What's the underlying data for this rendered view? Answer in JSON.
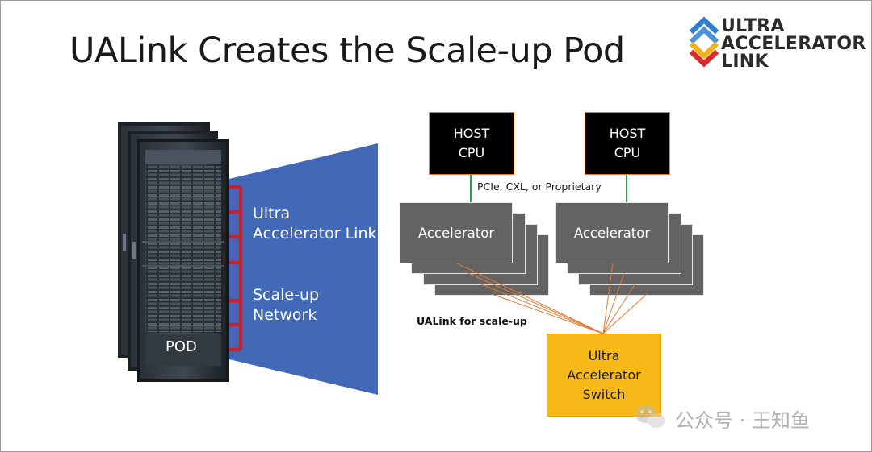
{
  "slide": {
    "title": "UALink Creates the Scale-up Pod",
    "logo": {
      "line1": "ULTRA",
      "line2": "ACCELERATOR",
      "line3": "LINK",
      "icon": "stacked-chevrons-logo-icon",
      "colors": [
        "#2f7fd1",
        "#f2b21b",
        "#d92b2b"
      ]
    }
  },
  "rack": {
    "label": "POD",
    "link_label": "Ultra Accelerator Link",
    "network_label": "Scale-up Network",
    "link_color": "#c8202e",
    "panel_color": "#4169b8"
  },
  "diagram": {
    "host_left": "HOST CPU",
    "host_right": "HOST CPU",
    "interconnect_label": "PCIe, CXL, or Proprietary",
    "accel_left": "Accelerator",
    "accel_right": "Accelerator",
    "ualink_label": "UALink for scale-up",
    "switch": "Ultra Accelerator Switch",
    "colors": {
      "host": "#000000",
      "accelerator": "#636363",
      "switch": "#f7b917",
      "link_line": "#e07b39",
      "pcie_line": "#1fa84a"
    }
  },
  "watermark": {
    "icon": "wechat-icon",
    "text": "公众号 · 王知鱼"
  }
}
